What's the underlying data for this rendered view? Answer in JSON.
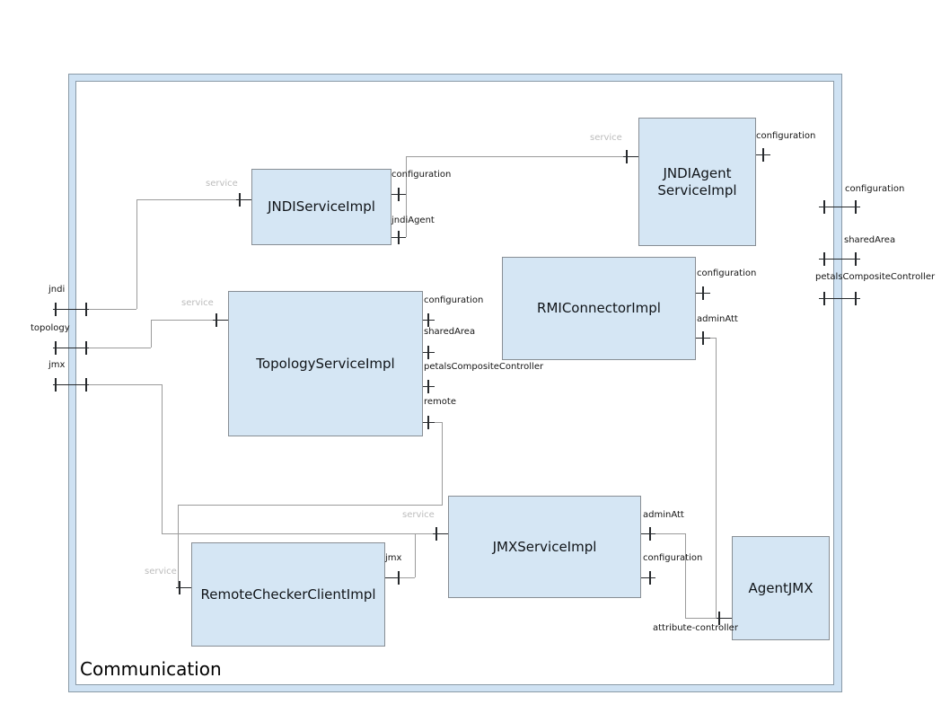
{
  "diagram": {
    "title": "Communication",
    "colors": {
      "component_fill": "#d5e6f4",
      "component_border": "#888e94",
      "frame_fill": "#cfe2f3",
      "frame_border": "#8a9aa7",
      "wire": "#9b9b9b",
      "port": "#26292c",
      "port_label": "#141414",
      "service_label": "#bcbcbc"
    },
    "components": [
      {
        "name": "JNDIServiceImpl",
        "ports": [
          "service",
          "configuration",
          "jndiAgent"
        ]
      },
      {
        "name": "JNDIAgent ServiceImpl",
        "ports": [
          "service",
          "configuration"
        ]
      },
      {
        "name": "RMIConnectorImpl",
        "ports": [
          "configuration",
          "adminAtt"
        ]
      },
      {
        "name": "TopologyServiceImpl",
        "ports": [
          "service",
          "configuration",
          "sharedArea",
          "petalsCompositeController",
          "remote"
        ]
      },
      {
        "name": "JMXServiceImpl",
        "ports": [
          "service",
          "adminAtt",
          "configuration"
        ]
      },
      {
        "name": "RemoteCheckerClientImpl",
        "ports": [
          "service",
          "jmx"
        ]
      },
      {
        "name": "AgentJMX",
        "ports": [
          "attribute-controller"
        ]
      }
    ],
    "external_ports": {
      "left": [
        "jndi",
        "topology",
        "jmx"
      ],
      "right": [
        "configuration",
        "sharedArea",
        "petalsCompositeController"
      ]
    }
  }
}
